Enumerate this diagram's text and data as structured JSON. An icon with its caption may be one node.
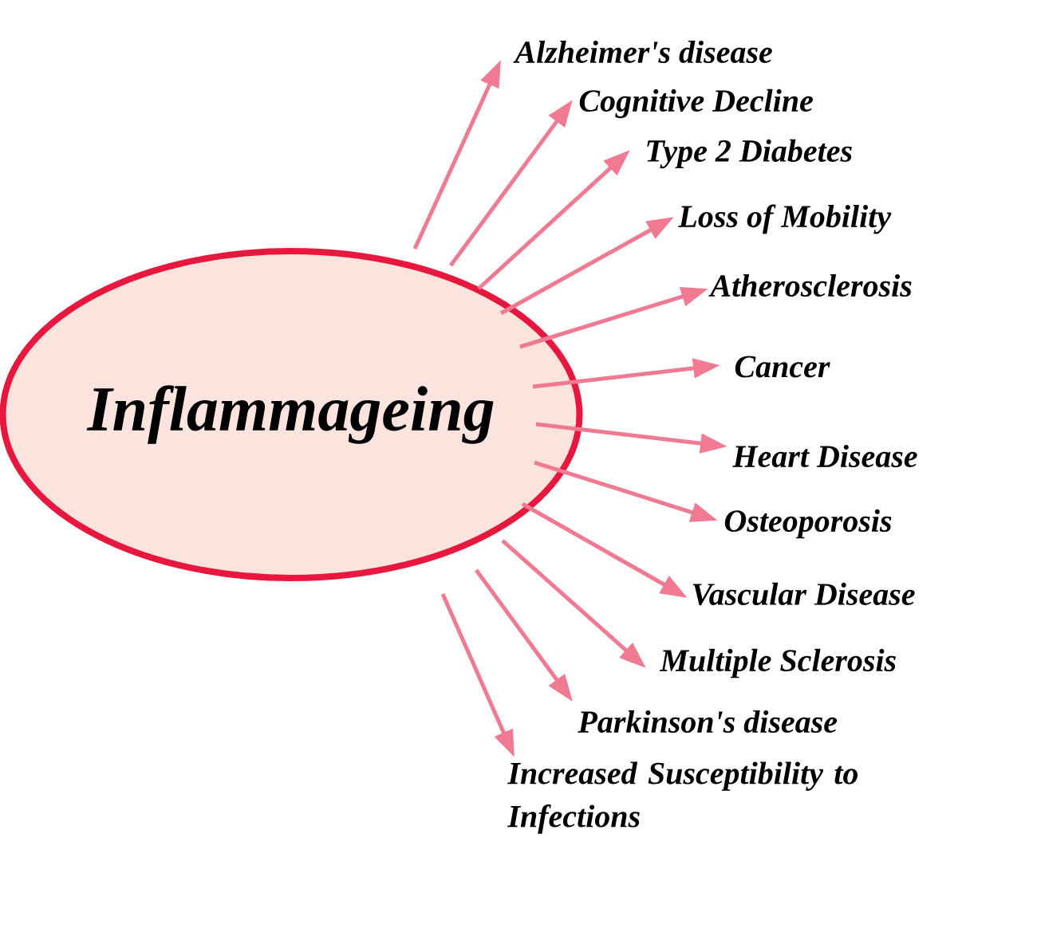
{
  "diagram": {
    "nodes": [
      {
        "text": [
          "Inflammageing"
        ]
      },
      {
        "text": [
          "Alzheimer's disease"
        ]
      },
      {
        "text": [
          "Cognitive Decline"
        ]
      },
      {
        "text": [
          "Type 2 Diabetes"
        ]
      },
      {
        "text": [
          "Loss of Mobility"
        ]
      },
      {
        "text": [
          "Atherosclerosis"
        ]
      },
      {
        "text": [
          "Cancer"
        ]
      },
      {
        "text": [
          "Heart Disease"
        ]
      },
      {
        "text": [
          "Osteoporosis"
        ]
      },
      {
        "text": [
          "Vascular Disease"
        ]
      },
      {
        "text": [
          "Multiple Sclerosis"
        ]
      },
      {
        "text": [
          "Parkinson's disease"
        ]
      },
      {
        "text": [
          "Increased Susceptibility to Infections"
        ]
      }
    ],
    "edges": [
      {
        "from": 0,
        "to": 1,
        "arrow": "to"
      },
      {
        "from": 0,
        "to": 2,
        "arrow": "to"
      },
      {
        "from": 0,
        "to": 3,
        "arrow": "to"
      },
      {
        "from": 0,
        "to": 4,
        "arrow": "to"
      },
      {
        "from": 0,
        "to": 5,
        "arrow": "to"
      },
      {
        "from": 0,
        "to": 6,
        "arrow": "to"
      },
      {
        "from": 0,
        "to": 7,
        "arrow": "to"
      },
      {
        "from": 0,
        "to": 8,
        "arrow": "to"
      },
      {
        "from": 0,
        "to": 9,
        "arrow": "to"
      },
      {
        "from": 0,
        "to": 10,
        "arrow": "to"
      },
      {
        "from": 0,
        "to": 11,
        "arrow": "to"
      },
      {
        "from": 0,
        "to": 12,
        "arrow": "to"
      }
    ]
  }
}
